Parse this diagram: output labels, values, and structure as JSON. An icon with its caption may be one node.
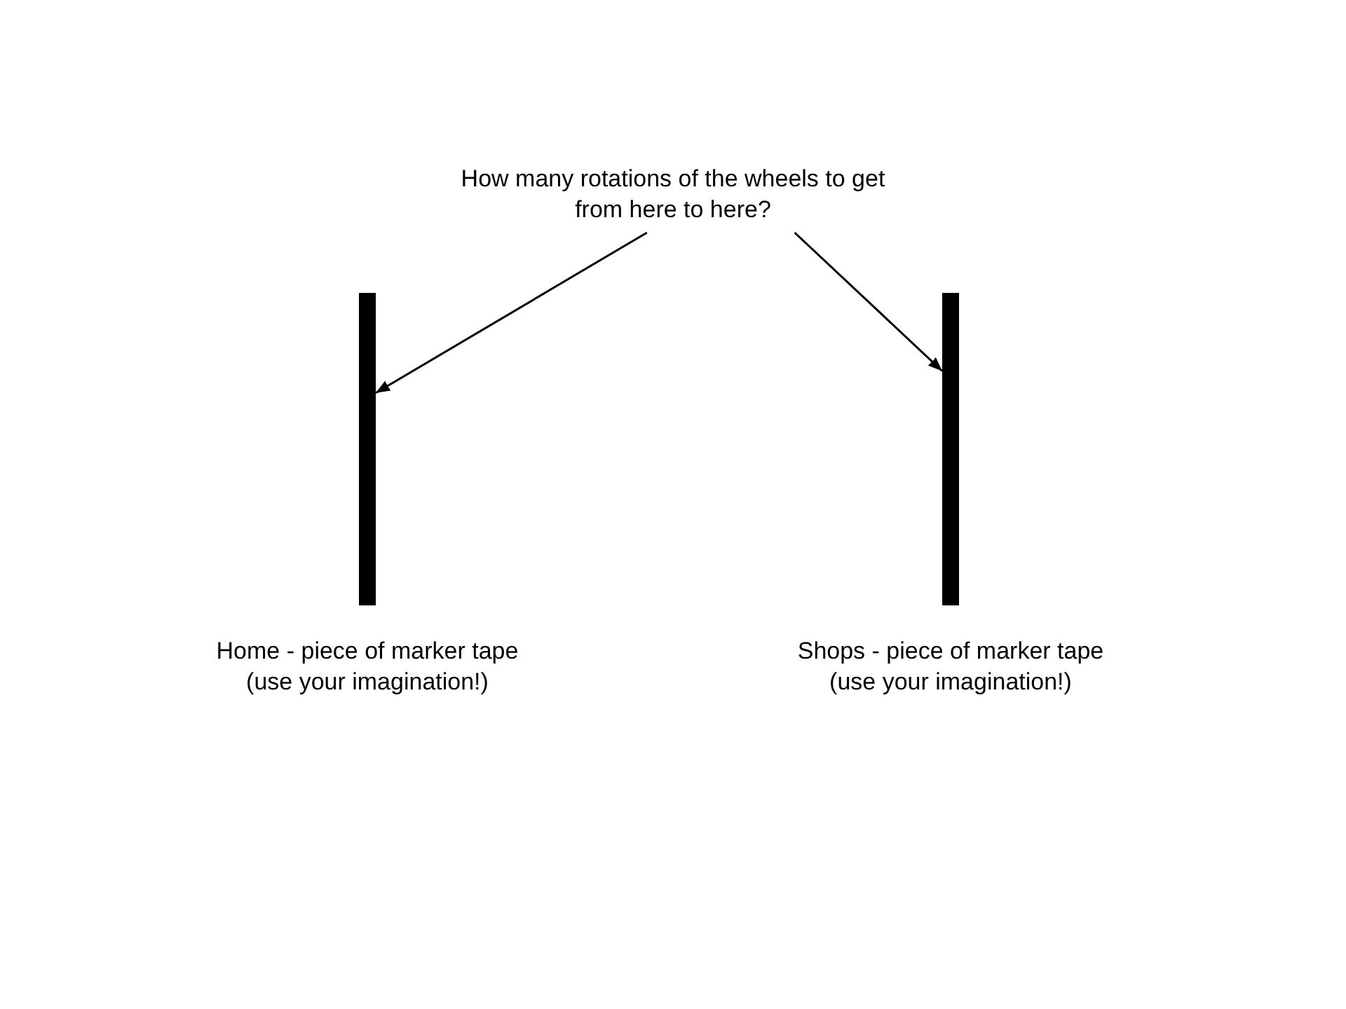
{
  "diagram": {
    "nodes": [
      {
        "text": [
          "How many rotations of the wheels to get from here to here?"
        ]
      },
      {
        "text": [],
        "shape": "bar",
        "beside": [
          "Home - piece of marker tape",
          "(use your imagination!)"
        ]
      },
      {
        "text": [],
        "shape": "bar",
        "beside": [
          "Shops - piece of marker tape",
          "(use your imagination!)"
        ]
      }
    ],
    "edges": [
      {
        "from": 0,
        "to": 1,
        "arrow": "to"
      },
      {
        "from": 0,
        "to": 2,
        "arrow": "to"
      }
    ]
  }
}
